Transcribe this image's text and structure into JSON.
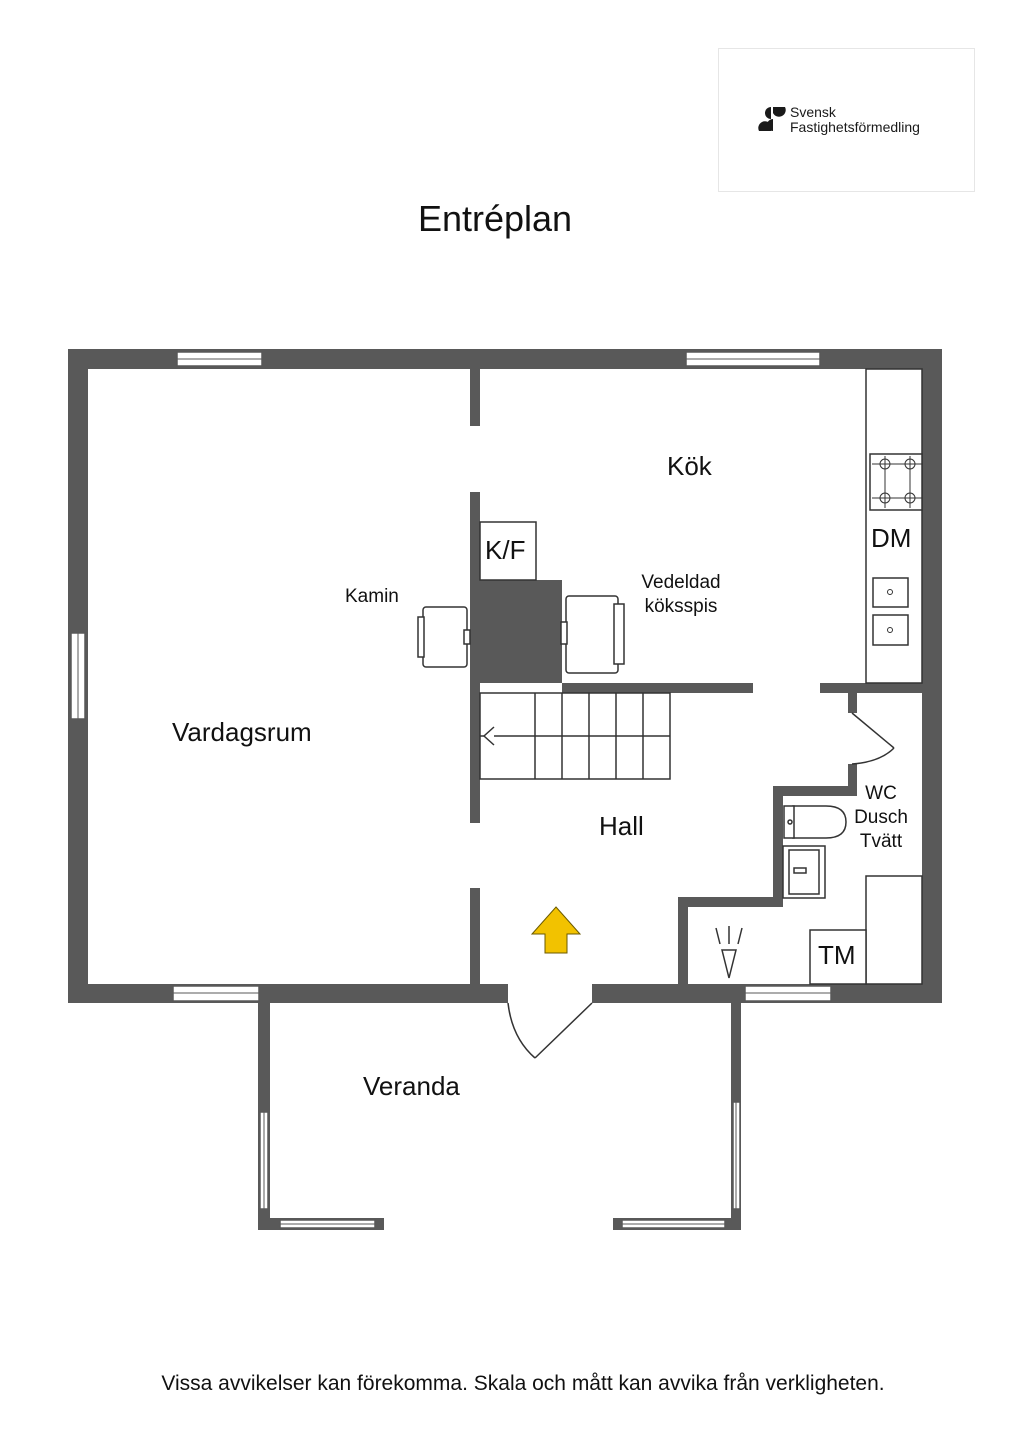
{
  "logo": {
    "line1": "Svensk",
    "line2": "Fastighetsförmedling",
    "icon": "sf-logo-icon"
  },
  "title": "Entréplan",
  "rooms": {
    "kok": "Kök",
    "vardagsrum": "Vardagsrum",
    "hall": "Hall",
    "veranda": "Veranda",
    "wc_line1": "WC",
    "wc_line2": "Dusch",
    "wc_line3": "Tvätt"
  },
  "fixtures": {
    "kf": "K/F",
    "dm": "DM",
    "tm": "TM",
    "kamin": "Kamin",
    "vedeldad_line1": "Vedeldad",
    "vedeldad_line2": "köksspis"
  },
  "entrance_arrow": {
    "color": "#f2c200",
    "icon": "entrance-arrow-icon"
  },
  "wall_color": "#595959",
  "footer": "Vissa avvikelser kan förekomma. Skala och mått kan avvika från verkligheten."
}
